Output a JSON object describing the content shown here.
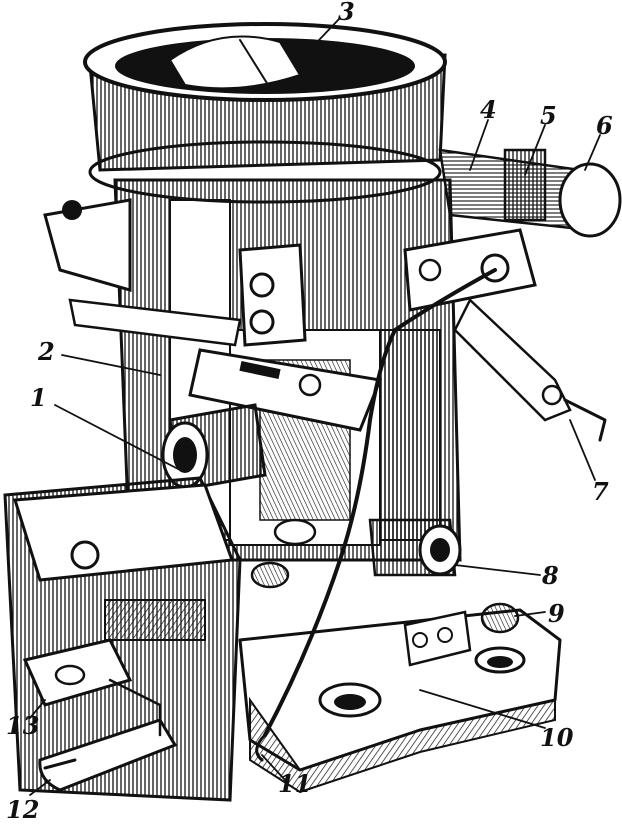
{
  "figure": {
    "ink_color": "#111111",
    "paper_color": "#ffffff",
    "callouts": [
      {
        "label": "1"
      },
      {
        "label": "2"
      },
      {
        "label": "3"
      },
      {
        "label": "4"
      },
      {
        "label": "5"
      },
      {
        "label": "6"
      },
      {
        "label": "7"
      },
      {
        "label": "8"
      },
      {
        "label": "9"
      },
      {
        "label": "10"
      },
      {
        "label": "11"
      },
      {
        "label": "12"
      },
      {
        "label": "13"
      }
    ]
  }
}
